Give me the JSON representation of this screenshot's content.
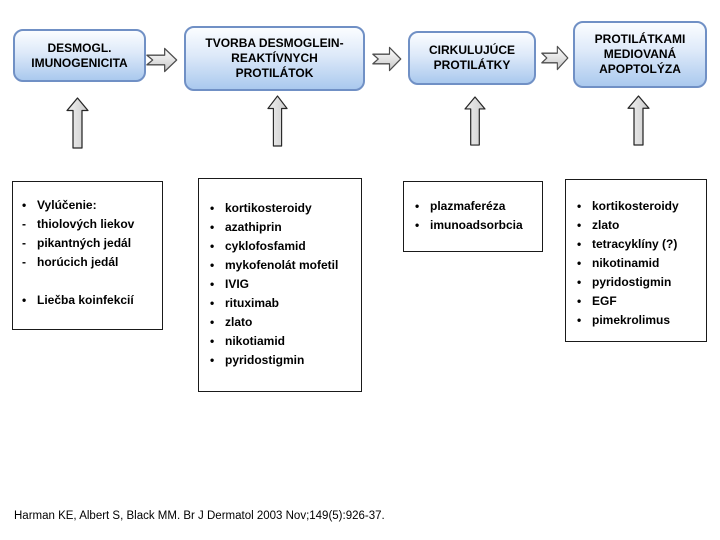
{
  "slide": {
    "citation": "Harman KE, Albert S, Black MM. Br J Dermatol 2003 Nov;149(5):926-37."
  },
  "flow_stages": [
    {
      "lines": [
        "DESMOGL.",
        "IMUNOGENICITA",
        ""
      ]
    },
    {
      "lines": [
        "TVORBA DESMOGLEIN-",
        "REAKTÍVNYCH",
        "PROTILÁTOK"
      ]
    },
    {
      "lines": [
        "CIRKULUJÚCE",
        "PROTILÁTKY",
        ""
      ]
    },
    {
      "lines": [
        "PROTILÁTKAMI",
        "MEDIOVANÁ",
        "APOPTOLÝZA"
      ]
    }
  ],
  "treatment_lists": [
    {
      "rows": [
        {
          "marker": "•",
          "text": "Vylúčenie:"
        },
        {
          "marker": "-",
          "text": "thiolových liekov"
        },
        {
          "marker": "-",
          "text": "pikantných jedál"
        },
        {
          "marker": "-",
          "text": "horúcich jedál"
        },
        {
          "marker": "",
          "text": ""
        },
        {
          "marker": "•",
          "text": "Liečba koinfekcií"
        }
      ]
    },
    {
      "rows": [
        {
          "marker": "•",
          "text": "kortikosteroidy"
        },
        {
          "marker": "•",
          "text": "azathiprin"
        },
        {
          "marker": "•",
          "text": "cyklofosfamid"
        },
        {
          "marker": "•",
          "text": "mykofenolát mofetil"
        },
        {
          "marker": "•",
          "text": "IVIG"
        },
        {
          "marker": "•",
          "text": "rituximab"
        },
        {
          "marker": "•",
          "text": "zlato"
        },
        {
          "marker": "•",
          "text": "nikotiamid"
        },
        {
          "marker": "•",
          "text": "pyridostigmin"
        }
      ]
    },
    {
      "rows": [
        {
          "marker": "•",
          "text": "plazmaferéza"
        },
        {
          "marker": "•",
          "text": "imunoadsorbcia"
        }
      ]
    },
    {
      "rows": [
        {
          "marker": "•",
          "text": "kortikosteroidy"
        },
        {
          "marker": "•",
          "text": "zlato"
        },
        {
          "marker": "•",
          "text": "tetracyklíny (?)"
        },
        {
          "marker": "•",
          "text": "nikotinamid"
        },
        {
          "marker": "•",
          "text": "pyridostigmin"
        },
        {
          "marker": "•",
          "text": "EGF"
        },
        {
          "marker": "•",
          "text": "pimekrolimus"
        }
      ]
    }
  ],
  "icons": {
    "right_arrow": "notched-right-arrow",
    "up_arrow": "block-up-arrow"
  },
  "colors": {
    "background": "#ffffff",
    "stage_box_border": "#7090c5",
    "stage_box_fill_top": "#fbfdff",
    "stage_box_fill_bottom": "#aac9ee",
    "arrow_fill_light": "#ffffff",
    "arrow_fill_dark": "#c7c7c7",
    "list_box_border": "#1a1a1a",
    "text": "#000000"
  }
}
